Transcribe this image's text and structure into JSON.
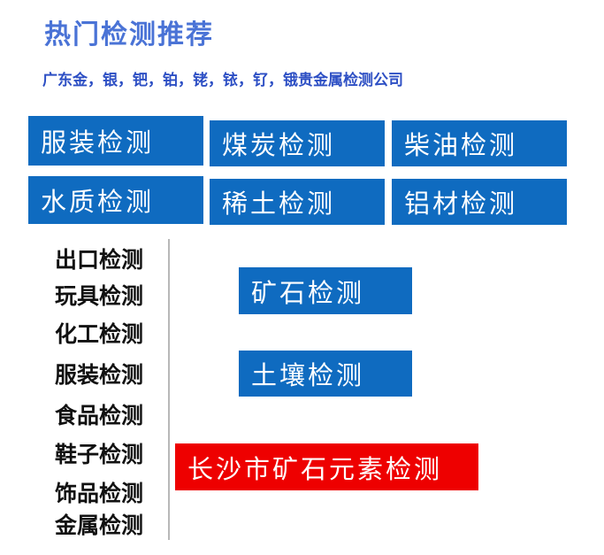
{
  "header": {
    "title": "热门检测推荐",
    "subtitle": "广东金，银，钯，铂，铑，铱，钌，锇贵金属检测公司"
  },
  "tiles": [
    "服装检测",
    "煤炭检测",
    "柴油检测",
    "水质检测",
    "稀土检测",
    "铝材检测",
    "矿石检测",
    "土壤检测",
    "长沙市矿石元素检测"
  ],
  "side_list": [
    "出口检测",
    "玩具检测",
    "化工检测",
    "服装检测",
    "食品检测",
    "鞋子检测",
    "饰品检测",
    "金属检测"
  ],
  "colors": {
    "title": "#4a73d6",
    "subtitle": "#2d4fc4",
    "tile_blue": "#0f6bc0",
    "tile_red": "#ee0000"
  }
}
